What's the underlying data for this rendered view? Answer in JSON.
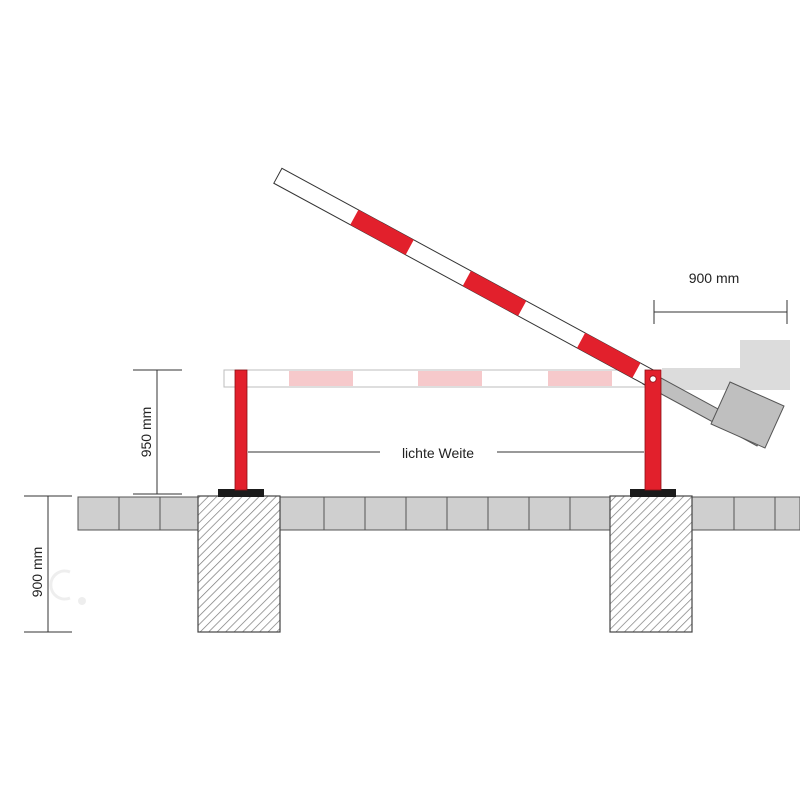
{
  "labels": {
    "clear_width": "lichte Weite",
    "bar_height": "950 mm",
    "foundation_depth": "900 mm",
    "counterweight_length": "900 mm"
  },
  "colors": {
    "stripe_red": "#e2202c",
    "stripe_red_faded": "#f6c9cb",
    "post_red": "#e2202c",
    "paving_fill": "#cfcfcf",
    "foundation_hatch": "#6b6b6b",
    "ghost_gray": "#d9d9d9",
    "line": "#333333"
  }
}
